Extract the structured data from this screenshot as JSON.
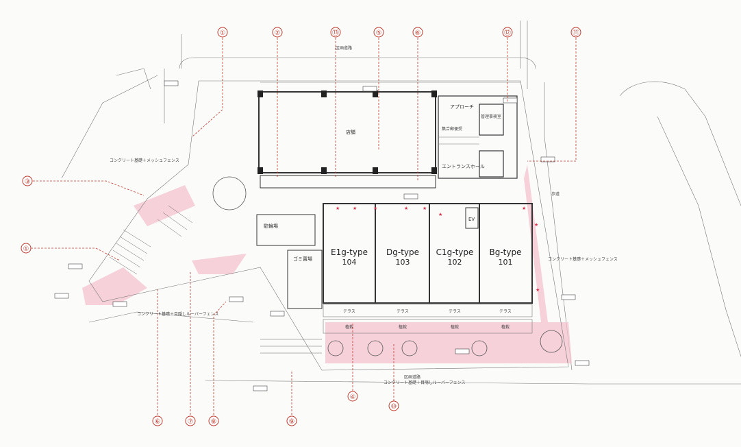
{
  "units": [
    {
      "type": "E1g-type",
      "number": "104"
    },
    {
      "type": "Dg-type",
      "number": "103"
    },
    {
      "type": "C1g-type",
      "number": "102"
    },
    {
      "type": "Bg-type",
      "number": "101"
    }
  ],
  "terrace_label": "テラス",
  "planting_label": "植栽",
  "rooms": {
    "shop": "店舗",
    "approach": "アプローチ",
    "entrance": "エントランスホール",
    "bike_parking": "駐輪場",
    "garbage": "ゴミ置場",
    "ev": "EV",
    "mailbox": "集合郵便受",
    "management": "管理事務室"
  },
  "callouts": [
    "①",
    "②",
    "③",
    "④",
    "⑤",
    "⑥",
    "⑦",
    "⑧",
    "⑨",
    "⑩",
    "⑪",
    "⑫",
    "⑬"
  ],
  "notes": {
    "top_road": "区画道路",
    "bottom_road": "区画道路",
    "east_road": "歩道",
    "fence_note": "コンクリート基礎＋メッシュフェンス",
    "louver_note": "コンクリート基礎＋目隠しルーバーフェンス"
  },
  "colors": {
    "pink_zone": "#f4c3cf",
    "callout_red": "#c0392b",
    "wall": "#333333"
  }
}
